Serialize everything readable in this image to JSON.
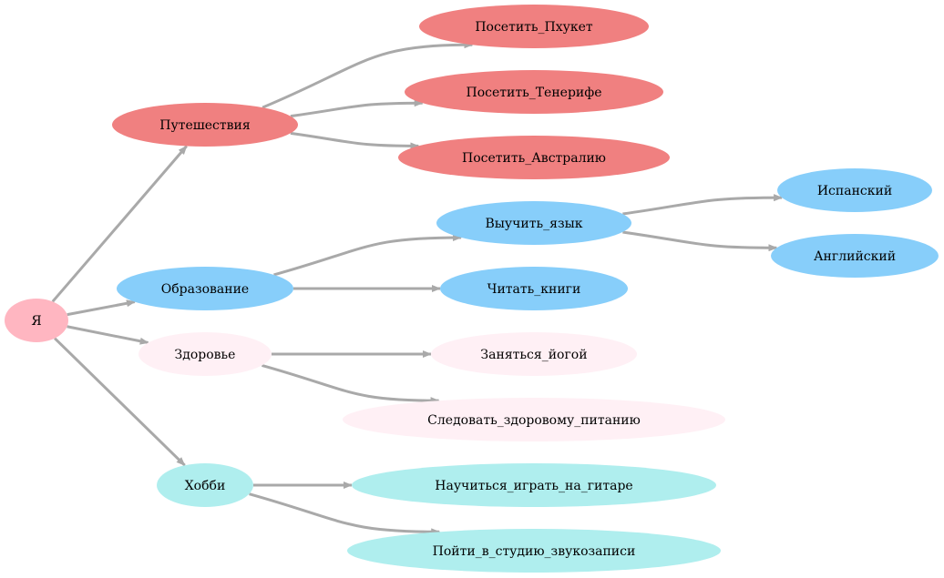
{
  "colors": {
    "edge": "#A9A9A9",
    "root": "#FFB6C1",
    "travel": "#F08080",
    "education": "#87CEFA",
    "health": "#FFF0F5",
    "hobby": "#AFEEEE"
  },
  "nodes": [
    {
      "id": "me",
      "label": "Я",
      "group": "root"
    },
    {
      "id": "travel",
      "label": "Путешествия",
      "group": "travel"
    },
    {
      "id": "education",
      "label": "Образование",
      "group": "education"
    },
    {
      "id": "health",
      "label": "Здоровье",
      "group": "health"
    },
    {
      "id": "hobby",
      "label": "Хобби",
      "group": "hobby"
    },
    {
      "id": "phuket",
      "label": "Посетить_Пхукет",
      "group": "travel"
    },
    {
      "id": "tenerife",
      "label": "Посетить_Тенерифе",
      "group": "travel"
    },
    {
      "id": "australia",
      "label": "Посетить_Австралию",
      "group": "travel"
    },
    {
      "id": "language",
      "label": "Выучить_язык",
      "group": "education"
    },
    {
      "id": "books",
      "label": "Читать_книги",
      "group": "education"
    },
    {
      "id": "yoga",
      "label": "Заняться_йогой",
      "group": "health"
    },
    {
      "id": "diet",
      "label": "Следовать_здоровому_питанию",
      "group": "health"
    },
    {
      "id": "guitar",
      "label": "Научиться_играть_на_гитаре",
      "group": "hobby"
    },
    {
      "id": "studio",
      "label": "Пойти_в_студию_звукозаписи",
      "group": "hobby"
    },
    {
      "id": "spanish",
      "label": "Испанский",
      "group": "education"
    },
    {
      "id": "english",
      "label": "Английский",
      "group": "education"
    }
  ],
  "edges": [
    [
      "me",
      "travel"
    ],
    [
      "me",
      "education"
    ],
    [
      "me",
      "health"
    ],
    [
      "me",
      "hobby"
    ],
    [
      "travel",
      "phuket"
    ],
    [
      "travel",
      "tenerife"
    ],
    [
      "travel",
      "australia"
    ],
    [
      "education",
      "language"
    ],
    [
      "education",
      "books"
    ],
    [
      "language",
      "spanish"
    ],
    [
      "language",
      "english"
    ],
    [
      "health",
      "yoga"
    ],
    [
      "health",
      "diet"
    ],
    [
      "hobby",
      "guitar"
    ],
    [
      "hobby",
      "studio"
    ]
  ]
}
